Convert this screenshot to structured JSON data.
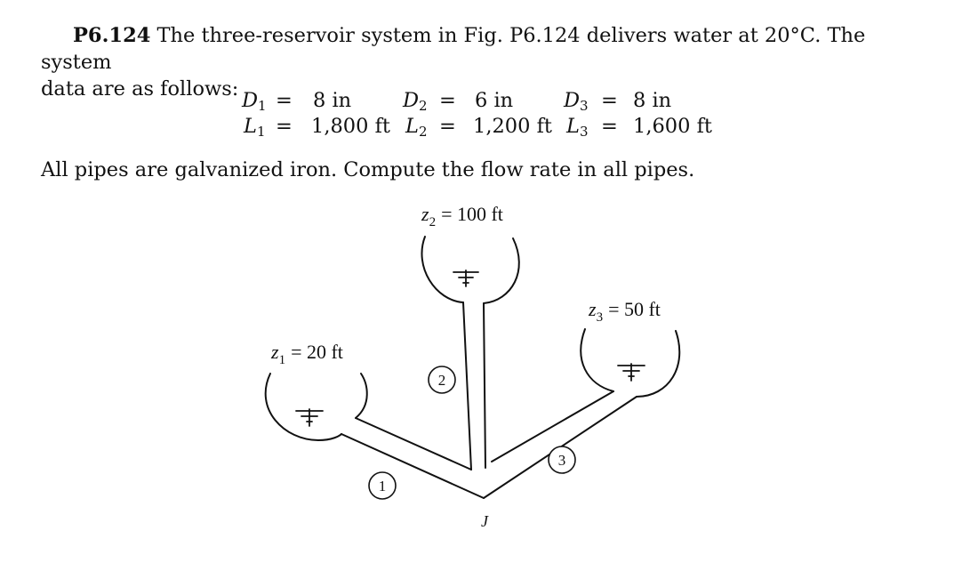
{
  "problem": {
    "number": "P6.124",
    "intro_text": "The three-reservoir system in Fig. P6.124 delivers water at 20°C. The system",
    "intro_text_cont": "data are as follows:",
    "closing_text": "All pipes are galvanized iron. Compute the flow rate in all pipes."
  },
  "system_data": {
    "D1": {
      "symbol": "D",
      "sub": "1",
      "value": "8 in"
    },
    "D2": {
      "symbol": "D",
      "sub": "2",
      "value": "6 in"
    },
    "D3": {
      "symbol": "D",
      "sub": "3",
      "value": "8 in"
    },
    "L1": {
      "symbol": "L",
      "sub": "1",
      "value": "1,800 ft"
    },
    "L2": {
      "symbol": "L",
      "sub": "2",
      "value": "1,200 ft"
    },
    "L3": {
      "symbol": "L",
      "sub": "3",
      "value": "1,600 ft"
    },
    "equals": "="
  },
  "figure": {
    "reservoir_1": {
      "symbol": "z",
      "sub": "1",
      "value": "= 20 ft"
    },
    "reservoir_2": {
      "symbol": "z",
      "sub": "2",
      "value": "= 100 ft"
    },
    "reservoir_3": {
      "symbol": "z",
      "sub": "3",
      "value": "= 50 ft"
    },
    "pipe_1_label": "1",
    "pipe_2_label": "2",
    "pipe_3_label": "3",
    "junction_label": "J"
  }
}
